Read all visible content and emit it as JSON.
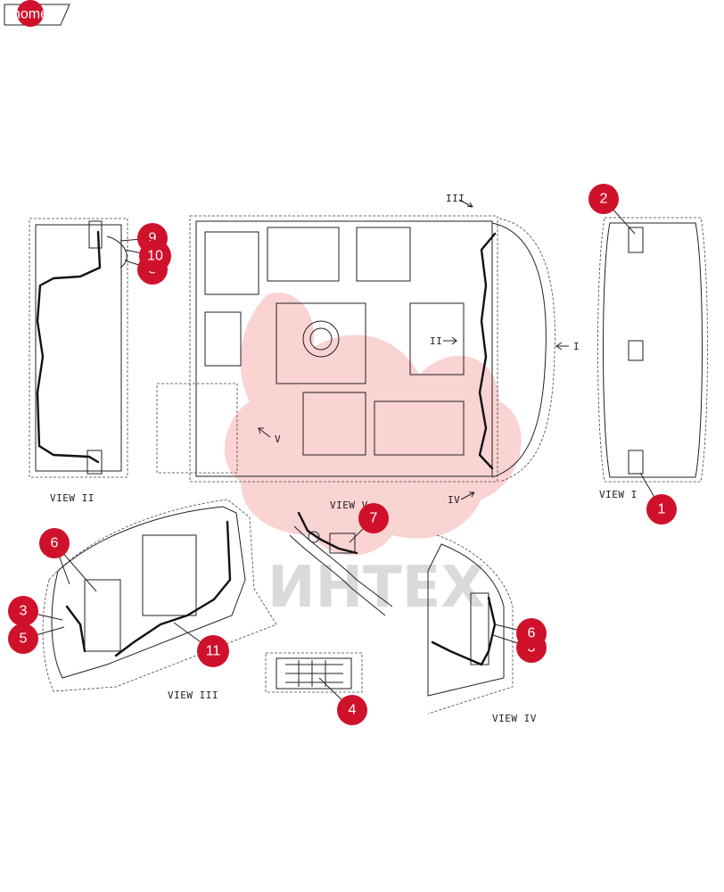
{
  "home": {
    "label": "home"
  },
  "views": {
    "view1": "VIEW I",
    "view2": "VIEW II",
    "view3": "VIEW III",
    "view4": "VIEW IV",
    "view5": "VIEW V"
  },
  "arrows": {
    "a1": "I",
    "a2": "II",
    "a3": "III",
    "a4": "IV",
    "a5": "V"
  },
  "callouts": {
    "c1": "1",
    "c2": "2",
    "c3a": "3",
    "c3b": "3",
    "c4": "4",
    "c5": "5",
    "c6a": "6",
    "c6b": "6",
    "c7": "7",
    "c8": "8",
    "c9": "9",
    "c10": "10",
    "c11": "11"
  },
  "watermark": {
    "text": "ИНТЕХ",
    "color": "#f08080"
  },
  "colors": {
    "callout": "#d0112b",
    "line": "#222222"
  }
}
